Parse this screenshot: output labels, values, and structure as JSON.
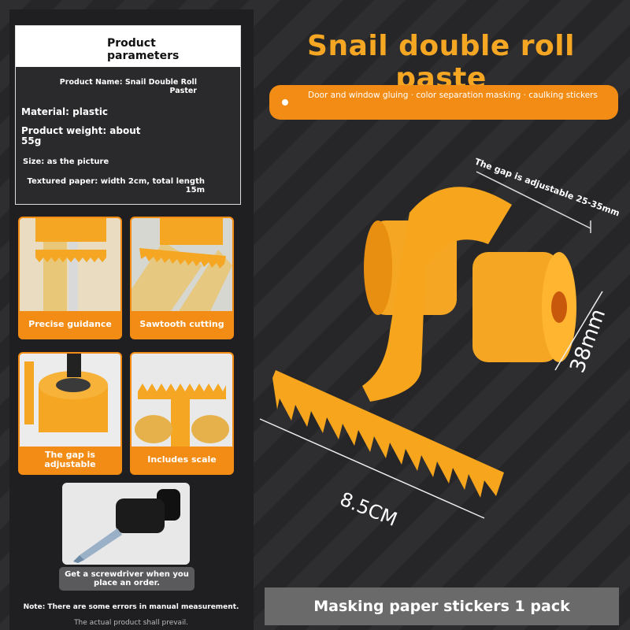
{
  "params": {
    "heading": "Product parameters",
    "name": "Product Name: Snail Double Roll Paster",
    "material": "Material: plastic",
    "weight": "Product weight: about 55g",
    "size": "Size: as the picture",
    "paper": "Textured paper: width 2cm, total length 15m"
  },
  "features": [
    {
      "label": "Precise guidance"
    },
    {
      "label": "Sawtooth cutting"
    },
    {
      "label": "The gap is adjustable"
    },
    {
      "label": "Includes scale"
    }
  ],
  "gift": {
    "label": "Get a screwdriver when you place an order."
  },
  "notes": {
    "line1": "Note: There are some errors in manual measurement.",
    "line2": "The actual product shall prevail."
  },
  "hero": {
    "title": "Snail double roll paste",
    "subtitle": "Door and window gluing · color separation masking · caulking stickers"
  },
  "dimensions": {
    "gap": "The gap is adjustable 25-35mm",
    "height": "38mm",
    "width": "8.5CM"
  },
  "footer": {
    "label": "Masking paper stickers 1 pack"
  },
  "colors": {
    "accent": "#f28c14",
    "title": "#f5a623",
    "background": "#2b2b2d"
  }
}
